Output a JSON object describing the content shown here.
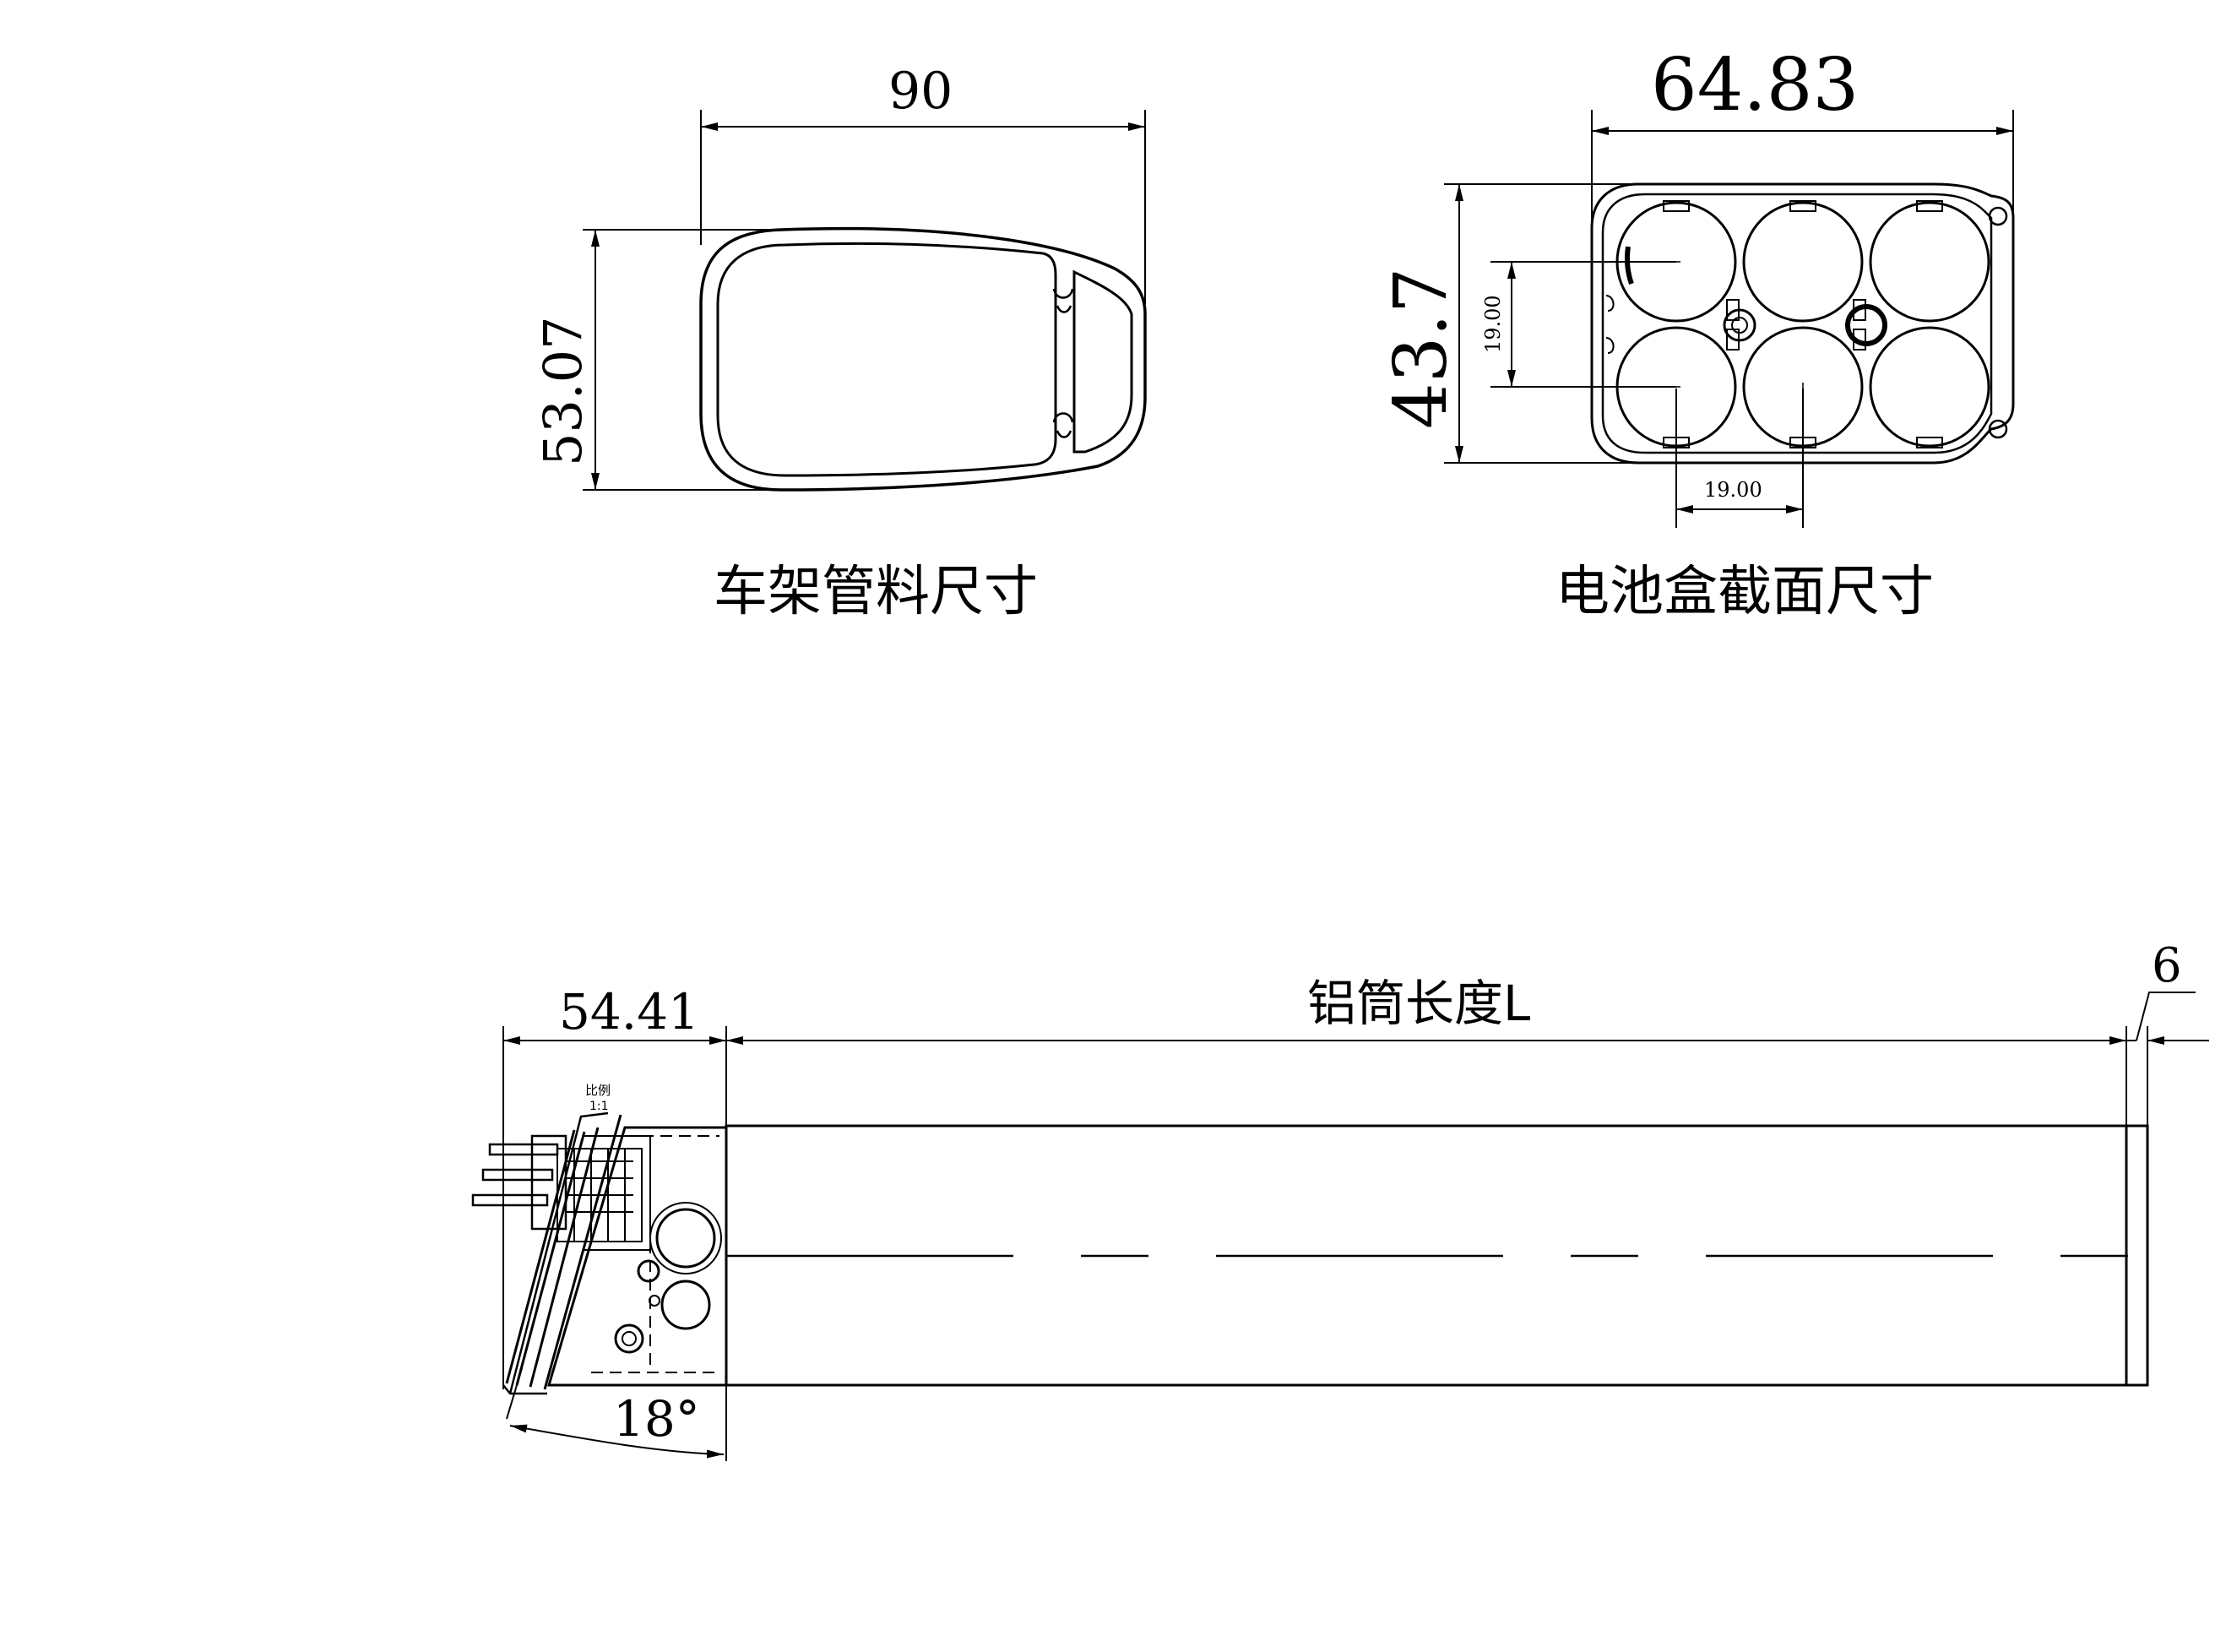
{
  "frame_tube": {
    "width_dim": "90",
    "height_dim": "53.07",
    "caption": "车架管料尺寸"
  },
  "battery_box": {
    "width_dim": "64.83",
    "height_dim": "43.7",
    "cell_pitch_vertical": "19.00",
    "cell_pitch_horizontal": "19.00",
    "caption": "电池盒截面尺寸"
  },
  "side_view": {
    "end_cap_dim": "54.41",
    "tube_length_label": "铝筒长度L",
    "end_offset_dim": "6",
    "angle_dim": "18°",
    "scale_label": "比例",
    "scale_value": "1:1"
  },
  "colors": {
    "line": "#000000",
    "background": "#ffffff"
  }
}
